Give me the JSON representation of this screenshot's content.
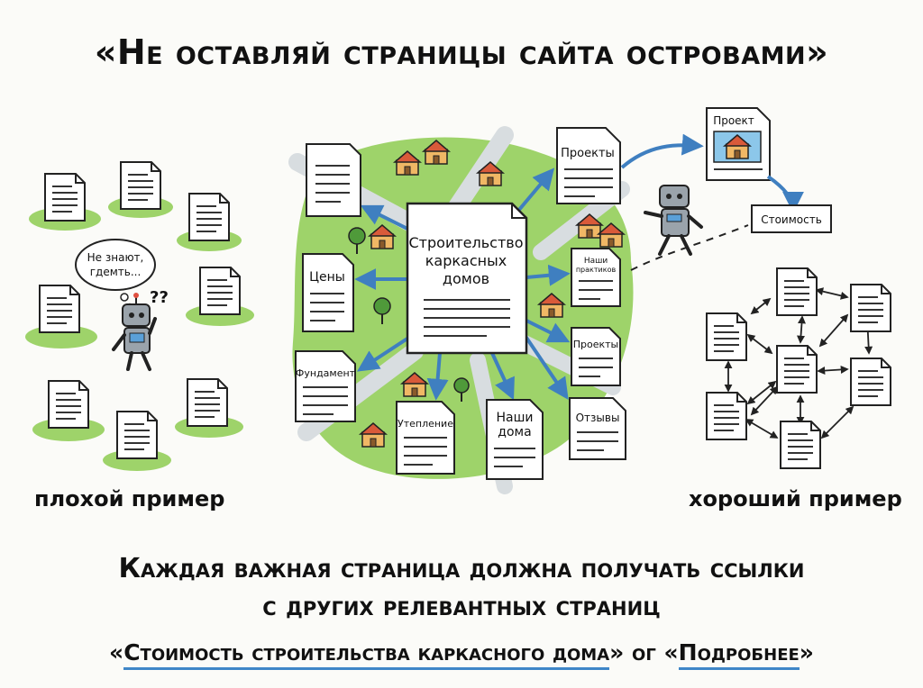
{
  "title": "«Не оставляй страницы сайта островами»",
  "bad_example": {
    "caption": "плохой пример",
    "robot_thought": [
      "Не знают,",
      "гдемть..."
    ],
    "question_marks": "??"
  },
  "center": {
    "main_page": [
      "Строительство",
      "каркасных",
      "домов"
    ],
    "pages": {
      "prices": "Цены",
      "foundation": "Фундамент",
      "insulation": "Утепление",
      "our_houses": [
        "Наши",
        "дома"
      ],
      "reviews": "Отзывы",
      "projects_small": "Проекты",
      "our_practices": [
        "Наши",
        "практиков"
      ],
      "projects_top": "Проекты"
    },
    "path": {
      "project_card": "Проект",
      "cost": "Стоимость"
    }
  },
  "good_example": {
    "caption": "хороший пример"
  },
  "headline": {
    "line1": "Каждая важная страница должна получать ссылки",
    "line2": "с других релевантных страниц"
  },
  "anchor_example": {
    "open_quote": "«",
    "link1": "Стоимость строительства каркасного дома",
    "close_quote": "»",
    "middle": " ог ",
    "open_quote2": "«",
    "link2": "Подробнее",
    "close_quote2": "»"
  },
  "colors": {
    "grass": "#9ed36a",
    "road": "#d8dde0",
    "arrow": "#3f7fc0",
    "house_roof": "#d95a3a",
    "house_wall": "#f0b765"
  }
}
